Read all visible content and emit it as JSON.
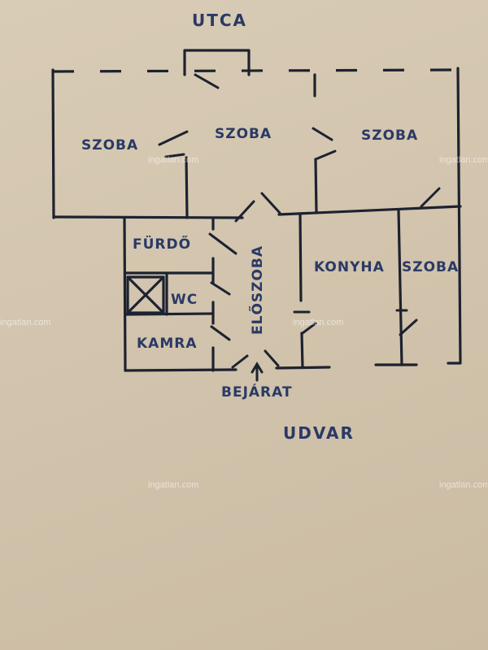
{
  "labels": {
    "street": "UTCA",
    "courtyard": "UDVAR",
    "room_left": "SZOBA",
    "room_mid": "SZOBA",
    "room_right": "SZOBA",
    "room_right_small": "SZOBA",
    "bathroom": "FÜRDŐ",
    "wc": "WC",
    "pantry": "KAMRA",
    "hall": "ELŐSZOBA",
    "kitchen": "KONYHA",
    "entrance": "BEJÁRAT"
  },
  "watermark": "ingatlan.com"
}
